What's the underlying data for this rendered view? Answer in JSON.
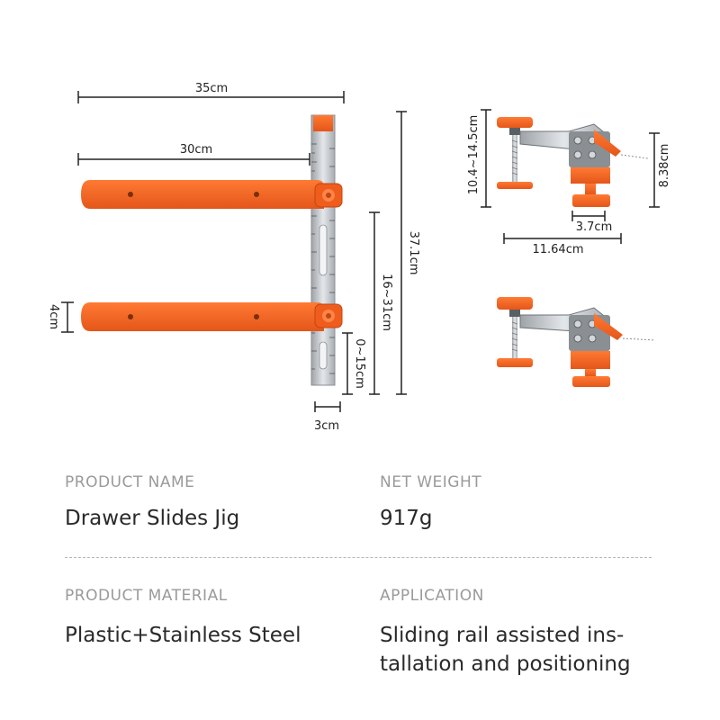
{
  "colors": {
    "accent": "#f26522",
    "steel": "#c8ccd0",
    "dark_steel": "#6e7378",
    "label_gray": "#9a9a9a",
    "value_text": "#2a2a2a",
    "dimension_line": "#222222"
  },
  "dimensions": {
    "jig_total_width": "35cm",
    "arm_length": "30cm",
    "arm_height": "4cm",
    "jig_total_height": "37.1cm",
    "adjust_range": "16~31cm",
    "lower_range": "0~15cm",
    "ruler_width": "3cm",
    "clamp_height": "10.4~14.5cm",
    "clamp_side_height": "8.38cm",
    "clamp_base": "3.7cm",
    "clamp_length": "11.64cm"
  },
  "specs": {
    "product_name_label": "PRODUCT NAME",
    "product_name_value": "Drawer Slides Jig",
    "net_weight_label": "NET WEIGHT",
    "net_weight_value": "917g",
    "material_label": "PRODUCT MATERIAL",
    "material_value": "Plastic+Stainless Steel",
    "application_label": "APPLICATION",
    "application_value_line1": "Sliding rail assisted ins-",
    "application_value_line2": "tallation and positioning"
  }
}
